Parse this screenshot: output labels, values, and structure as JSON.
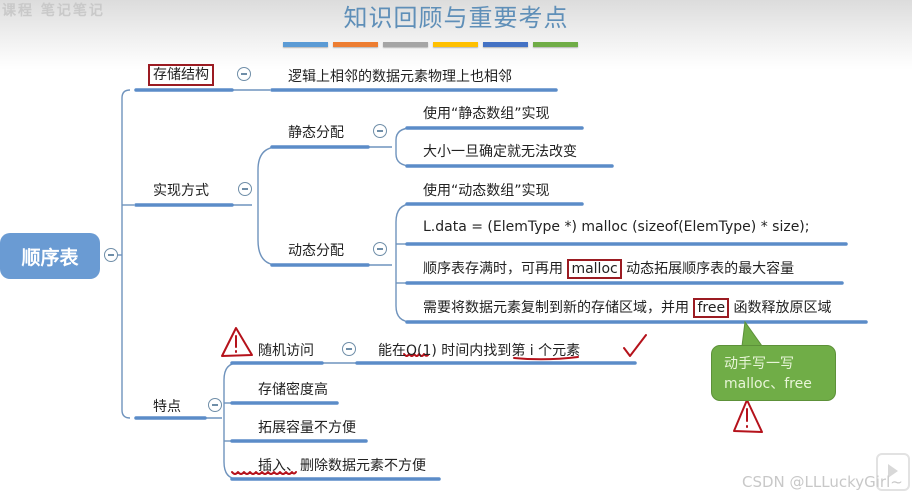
{
  "header": {
    "title": "知识回顾与重要考点",
    "faded_logo": "课程 笔记笔记",
    "color_bars": [
      "#5b9bd5",
      "#ed7d31",
      "#a5a5a5",
      "#ffc000",
      "#4472c4",
      "#70ad47"
    ]
  },
  "mindmap": {
    "root": "顺序表",
    "branches": [
      {
        "label": "存储结构",
        "boxed": true,
        "children": [
          {
            "label": "逻辑上相邻的数据元素物理上也相邻"
          }
        ]
      },
      {
        "label": "实现方式",
        "children": [
          {
            "label": "静态分配",
            "children": [
              {
                "label": "使用“静态数组”实现"
              },
              {
                "label": "大小一旦确定就无法改变"
              }
            ]
          },
          {
            "label": "动态分配",
            "children": [
              {
                "label": "使用“动态数组”实现"
              },
              {
                "label": "L.data = (ElemType *) malloc (sizeof(ElemType) * size);"
              },
              {
                "label_before": "顺序表存满时，可再用",
                "highlight": "malloc",
                "label_after": "动态拓展顺序表的最大容量"
              },
              {
                "label_before": "需要将数据元素复制到新的存储区域，并用",
                "highlight": "free",
                "label_after": "函数释放原区域"
              }
            ]
          }
        ]
      },
      {
        "label": "特点",
        "children": [
          {
            "label": "随机访问",
            "children": [
              {
                "prefix": "能在",
                "o1": "O(1)",
                "middle": " 时间内找到",
                "underlined": "第 i 个元素"
              }
            ]
          },
          {
            "label": "存储密度高"
          },
          {
            "label": "拓展容量不方便"
          },
          {
            "underlined": "插入、删除",
            "label_after": "数据元素不方便"
          }
        ]
      }
    ]
  },
  "callout": {
    "line1": "动手写一写",
    "line2": "malloc、free"
  },
  "watermark": "CSDN @LLLuckyGirl~",
  "colors": {
    "branch_line": "#5b8cc8",
    "root_fill": "#6a9bd3",
    "annotation_red": "#b5121b",
    "callout_green": "#70ad47"
  }
}
